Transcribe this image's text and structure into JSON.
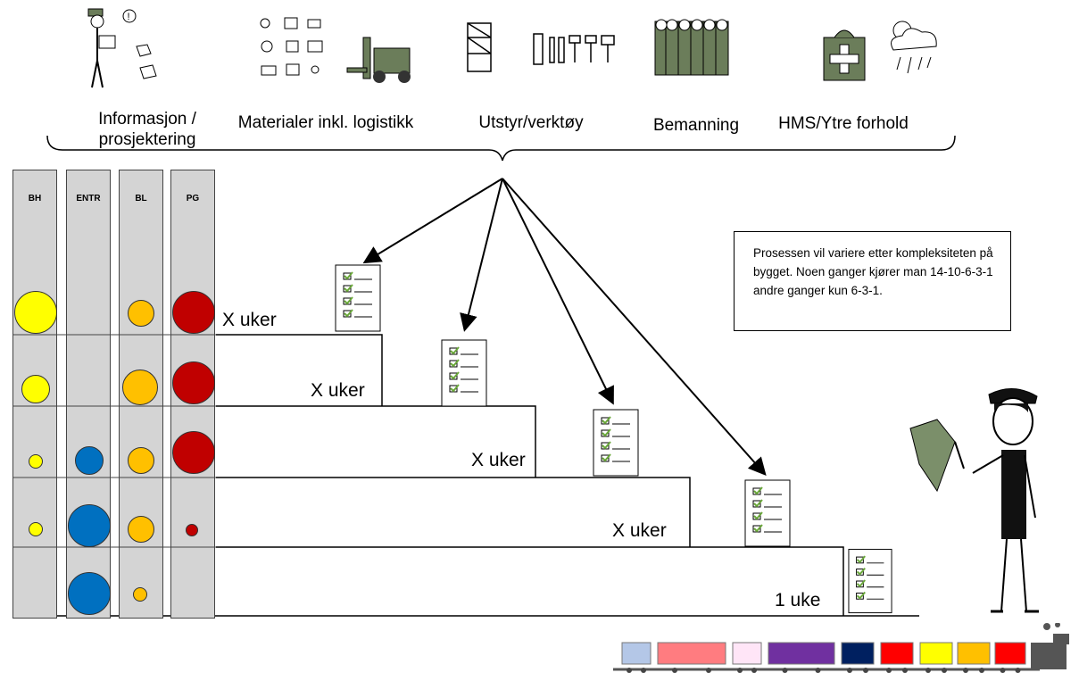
{
  "categories": [
    {
      "label": "Informasjon /\nprosjektering",
      "icon": "engineer-with-documents-icon"
    },
    {
      "label": "Materialer inkl. logistikk",
      "icon": "materials-forklift-icon"
    },
    {
      "label": "Utstyr/verktøy",
      "icon": "scaffold-tools-icon"
    },
    {
      "label": "Bemanning",
      "icon": "workers-group-icon"
    },
    {
      "label": "HMS/Ytre forhold",
      "icon": "first-aid-weather-icon"
    }
  ],
  "columns": [
    "BH",
    "ENTR",
    "BL",
    "PG"
  ],
  "steps": [
    "X uker",
    "X uker",
    "X uker",
    "X uker",
    "1 uke"
  ],
  "note": "Prosessen vil variere etter kompleksiteten på bygget. Noen ganger kjører man 14-10-6-3-1 andre ganger kun 6-3-1.",
  "colors": {
    "bh": "#ffff00",
    "entr": "#0070c0",
    "bl": "#ffc000",
    "pg": "#c00000",
    "column_fill": "#d4d4d4"
  },
  "train_car_colors": [
    "#b4c7e7",
    "#ff7c80",
    "#ffe5f7",
    "#7030a0",
    "#002060",
    "#ff0000",
    "#ffff00",
    "#ffc000",
    "#ff0000"
  ]
}
